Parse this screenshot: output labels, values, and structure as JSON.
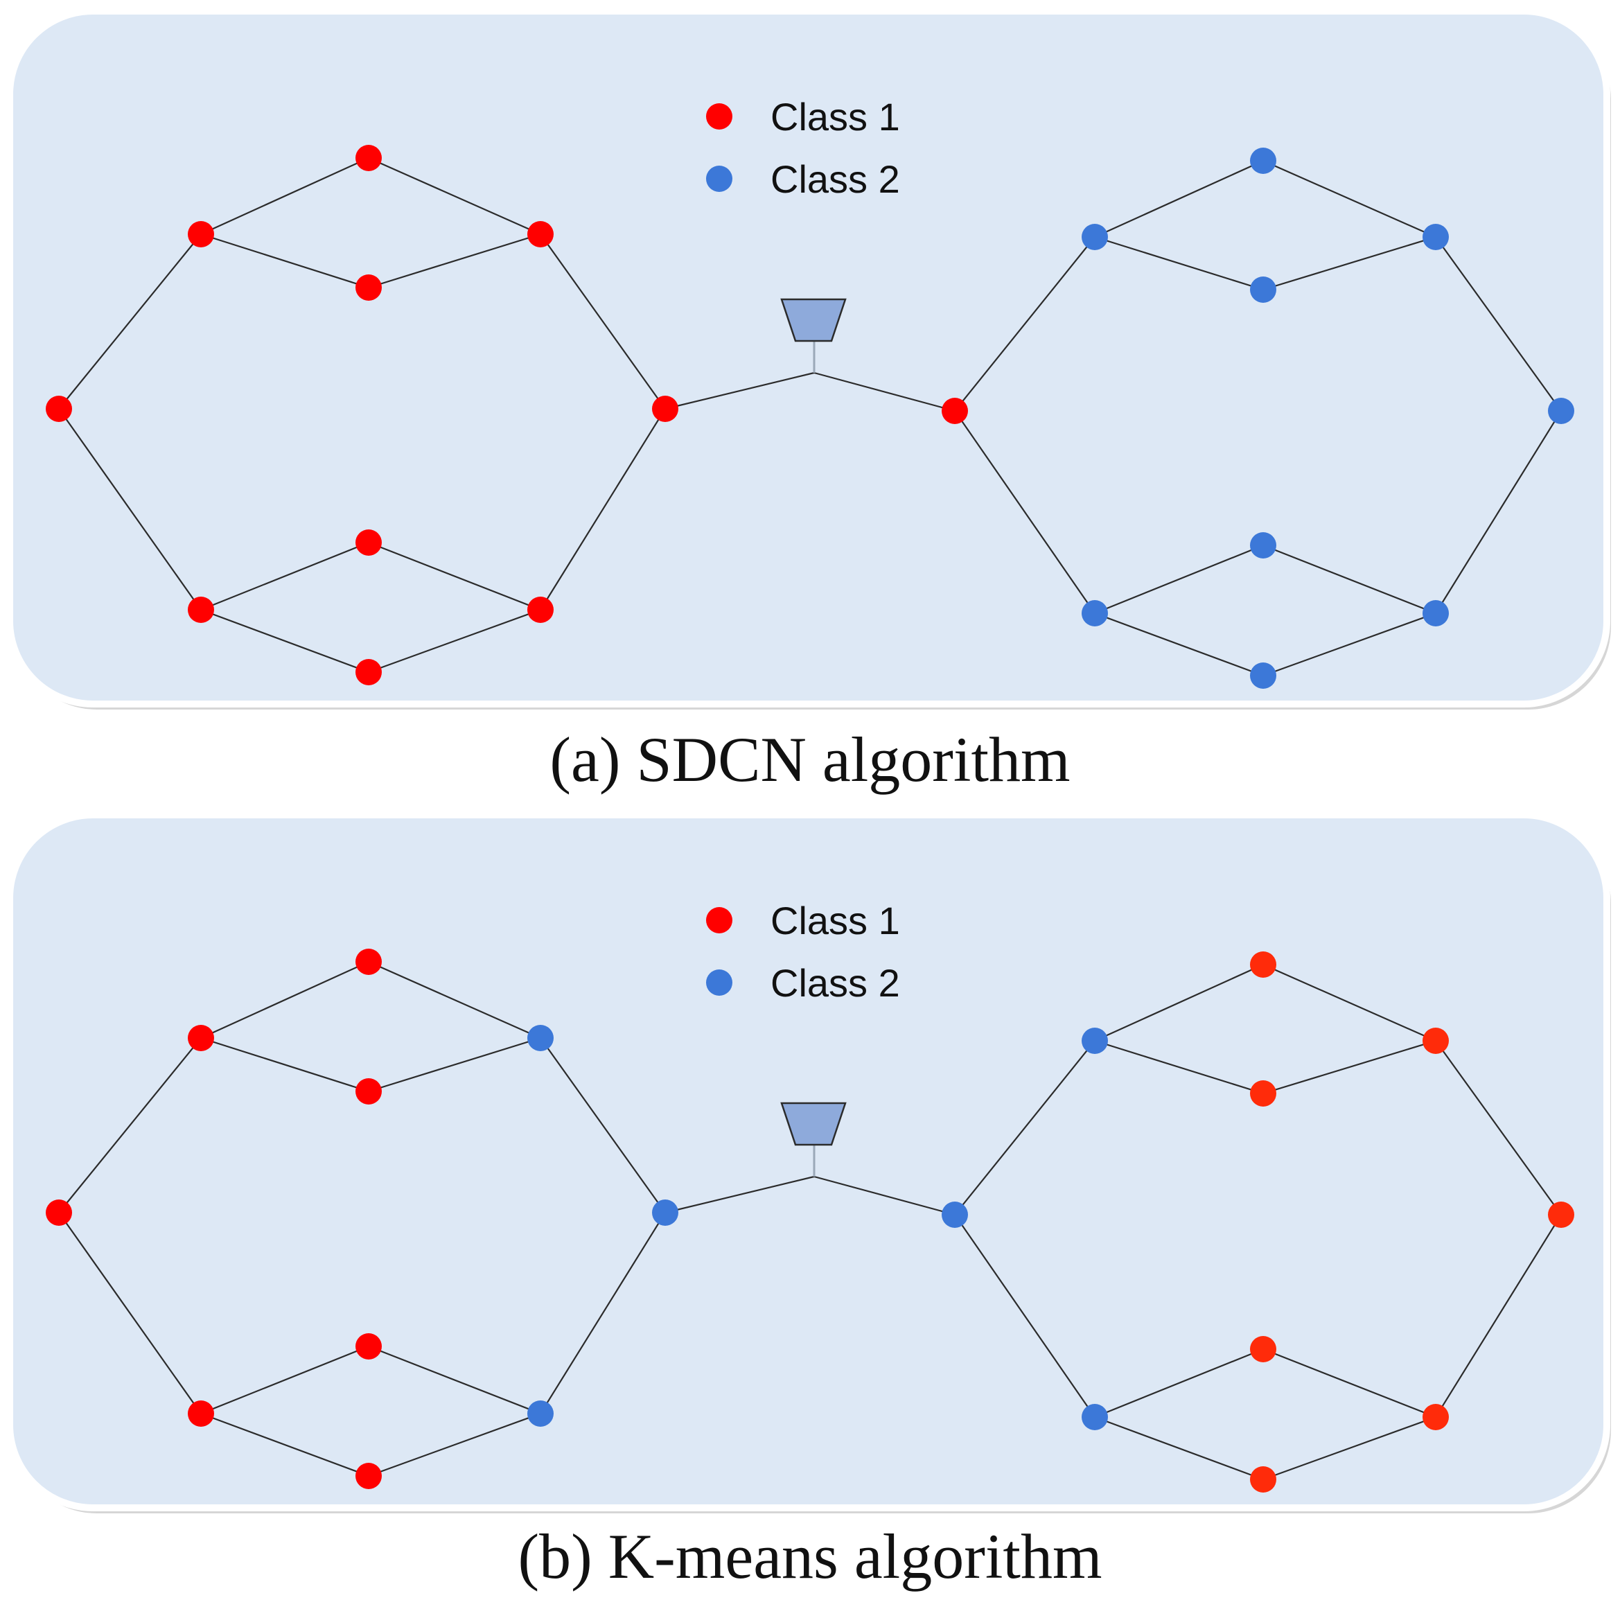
{
  "colors": {
    "panel_fill": "#dde8f5",
    "panel_border": "#ffffff",
    "edge": "#2b2b2b",
    "class1": "#ff0000",
    "class2": "#3c78d8",
    "class1_alt": "#ff2b0a",
    "device": "#8eaadb"
  },
  "legend": {
    "items": [
      {
        "label": "Class 1",
        "color_key": "class1"
      },
      {
        "label": "Class 2",
        "color_key": "class2"
      }
    ]
  },
  "panels": [
    {
      "id": "a",
      "caption": "(a) SDCN algorithm",
      "node_classes": {
        "L_top": "class1",
        "L_upper_left": "class1",
        "L_upper_mid": "class1",
        "L_upper_right": "class1",
        "L_far_left": "class1",
        "L_bridge": "class1",
        "L_lower_left": "class1",
        "L_lower_mid_top": "class1",
        "L_lower_right": "class1",
        "L_bottom": "class1",
        "R_top": "class2",
        "R_upper_left": "class2",
        "R_upper_mid": "class2",
        "R_upper_right": "class2",
        "R_bridge": "class1",
        "R_far_right": "class2",
        "R_lower_left": "class2",
        "R_lower_mid_top": "class2",
        "R_lower_right": "class2",
        "R_bottom": "class2"
      }
    },
    {
      "id": "b",
      "caption": "(b) K-means algorithm",
      "node_classes": {
        "L_top": "class1",
        "L_upper_left": "class1",
        "L_upper_mid": "class1",
        "L_upper_right": "class2",
        "L_far_left": "class1",
        "L_bridge": "class2",
        "L_lower_left": "class1",
        "L_lower_mid_top": "class1",
        "L_lower_right": "class2",
        "L_bottom": "class1",
        "R_top": "class1_alt",
        "R_upper_left": "class2",
        "R_upper_mid": "class1_alt",
        "R_upper_right": "class1_alt",
        "R_bridge": "class2",
        "R_far_right": "class1_alt",
        "R_lower_left": "class2",
        "R_lower_mid_top": "class1_alt",
        "R_lower_right": "class1_alt",
        "R_bottom": "class1_alt"
      }
    }
  ]
}
